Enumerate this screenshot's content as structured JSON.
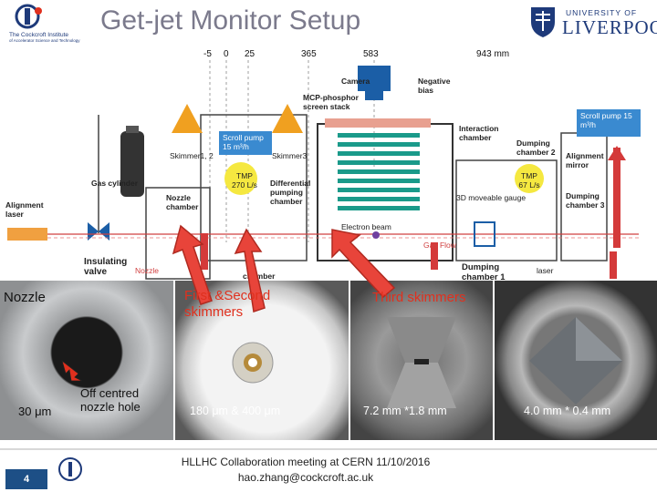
{
  "title": "Get-jet Monitor Setup",
  "logo_left": {
    "tagline": "The Cockcroft Institute",
    "tagline2": "of Accelerator Science and Technology"
  },
  "logo_right": {
    "line1": "UNIVERSITY OF",
    "line2": "LIVERPOOL"
  },
  "axis": {
    "ticks": [
      "-5",
      "0",
      "25",
      "365",
      "583",
      "943 mm"
    ]
  },
  "diagram_labels": {
    "camera": "Camera",
    "negative_bias": "Negative bias",
    "mcp": "MCP-phosphor screen stack",
    "scroll_pump_left": "Scroll pump 15 m³/h",
    "scroll_pump_right": "Scroll pump 15 m³/h",
    "skimmer12": "Skimmer1, 2",
    "skimmer3": "Skimmer3",
    "interaction_chamber": "Interaction chamber",
    "dumping_chamber_2": "Dumping chamber 2",
    "alignment_mirror": "Alignment mirror",
    "tmp_left": "TMP 270 L/s",
    "tmp_right": "TMP 67 L/s",
    "differential_pumping": "Differential pumping chamber",
    "gas_cylinder": "Gas cylinder",
    "nozzle_chamber": "Nozzle chamber",
    "gauge_3d": "3D moveable gauge",
    "dumping_chamber_3": "Dumping chamber 3",
    "alignment_laser": "Alignment laser",
    "electron_beam": "Electron beam",
    "gas_flow": "Gas Flow",
    "insulating_valve": "Insulating valve",
    "nozzle_small": "Nozzle",
    "chamber_small": "chamber",
    "laser_small": "laser",
    "dumping_chamber_1": "Dumping chamber 1"
  },
  "captions": {
    "nozzle": "Nozzle",
    "first_second": "First &Second skimmers",
    "third": "Third skimmers",
    "size_nozzle": "30 μm",
    "off_centred": "Off centred nozzle hole",
    "size_12": "180 μm & 400 μm",
    "size_3": "7.2 mm *1.8 mm",
    "size_4": "4.0 mm * 0.4 mm"
  },
  "footer": {
    "line1": "HLLHC Collaboration meeting at CERN 11/10/2016",
    "line2": "hao.zhang@cockcroft.ac.uk"
  },
  "page_number": "4",
  "colors": {
    "accent_red": "#e0301e",
    "arrow_red": "#e8443a",
    "title_grey": "#7b7a8c",
    "liverpool_blue": "#1e3a7a"
  }
}
